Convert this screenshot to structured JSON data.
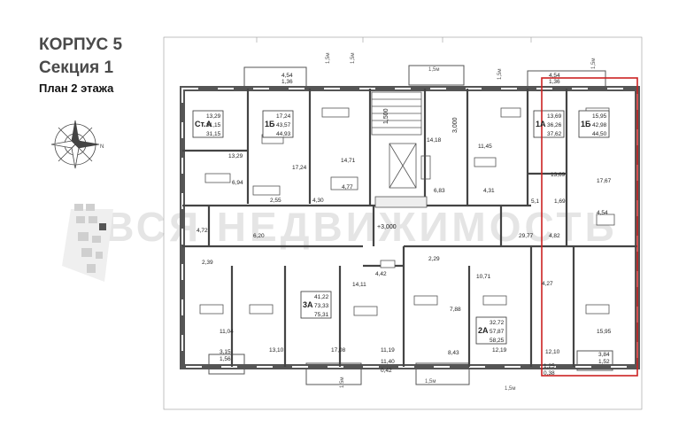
{
  "header": {
    "building": "КОРПУС 5",
    "section": "Секция 1",
    "floor_plan": "План 2 этажа"
  },
  "watermark": "ВСЯ НЕДВИЖИМОСТЬ",
  "colors": {
    "wall": "#555555",
    "line": "#333333",
    "highlight": "#cc2222",
    "title": "#4a4a4a",
    "watermark": "#e3e3e3"
  },
  "apartments": [
    {
      "type": "Ст.А",
      "living": "13,29",
      "total": "31,15",
      "total_with_balcony": "31,15"
    },
    {
      "type": "1Б",
      "living": "17,24",
      "total": "43,57",
      "total_with_balcony": "44,93"
    },
    {
      "type": "1А",
      "living": "13,69",
      "total": "36,26",
      "total_with_balcony": "37,62"
    },
    {
      "type": "1Б",
      "living": "15,95",
      "total": "42,98",
      "total_with_balcony": "44,50"
    },
    {
      "type": "3А",
      "living": "41,22",
      "total": "73,33",
      "total_with_balcony": "75,31"
    },
    {
      "type": "2А",
      "living": "32,72",
      "total": "57,87",
      "total_with_balcony": "58,25"
    }
  ],
  "room_areas": [
    "4,54",
    "1,36",
    "4,54",
    "1,36",
    "13,29",
    "17,24",
    "14,71",
    "4,77",
    "6,94",
    "2,55",
    "4,30",
    "14,18",
    "6,83",
    "11,45",
    "4,31",
    "13,69",
    "17,67",
    "5,1",
    "1,69",
    "4,54",
    "4,72",
    "6,20",
    "2,39",
    "29,77",
    "4,82",
    "2,29",
    "10,71",
    "4,42",
    "14,11",
    "4,27",
    "7,88",
    "11,04",
    "3,15",
    "1,56",
    "13,10",
    "17,08",
    "11,19",
    "11,40",
    "0,42",
    "8,43",
    "12,19",
    "12,10",
    "15,95",
    "3,84",
    "1,52",
    "1,25",
    "0,38"
  ],
  "level_marks": [
    "+3,000",
    "+3,000"
  ],
  "stair_marks": [
    "1,500",
    "3,000"
  ],
  "axis_marks": [
    "1,5м",
    "1,5м",
    "1,5м",
    "1,5м",
    "1,5м",
    "1,5м",
    "1,5м",
    "1,5м"
  ],
  "compass": {
    "north": "N"
  }
}
